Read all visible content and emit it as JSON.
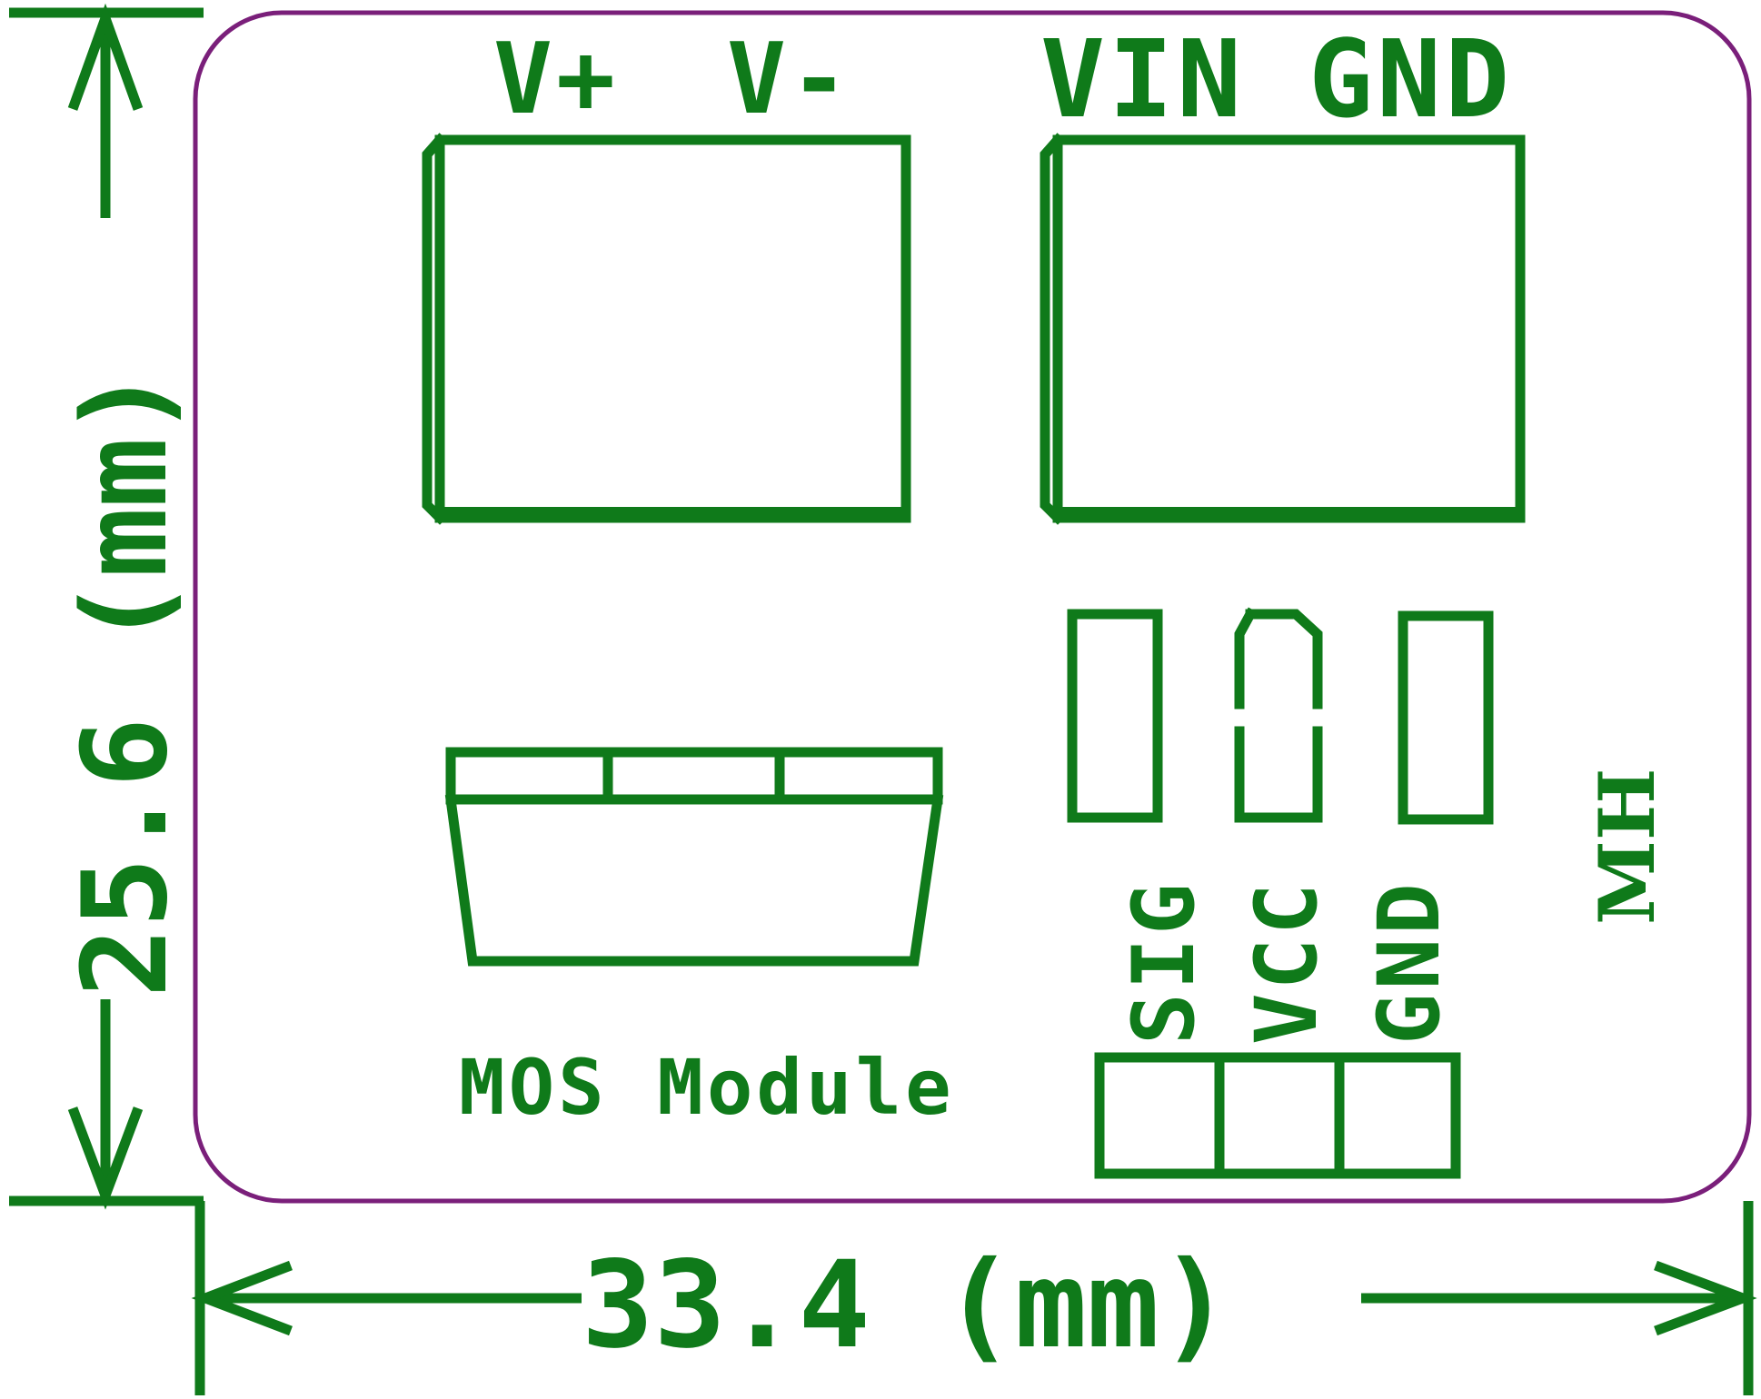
{
  "board": {
    "title": "MOS Module",
    "logo": "MH",
    "outline_color": "#7a1f7a",
    "silk_color": "#0f7a1a"
  },
  "terminals": {
    "output": {
      "label_pos": "V+",
      "label_neg": "V-"
    },
    "input": {
      "label_vin": "VIN",
      "label_gnd": "GND"
    }
  },
  "header": {
    "pins": [
      "SIG",
      "VCC",
      "GND"
    ]
  },
  "dimensions": {
    "width_label": "33.4 (mm)",
    "height_label": "25.6 (mm)"
  }
}
